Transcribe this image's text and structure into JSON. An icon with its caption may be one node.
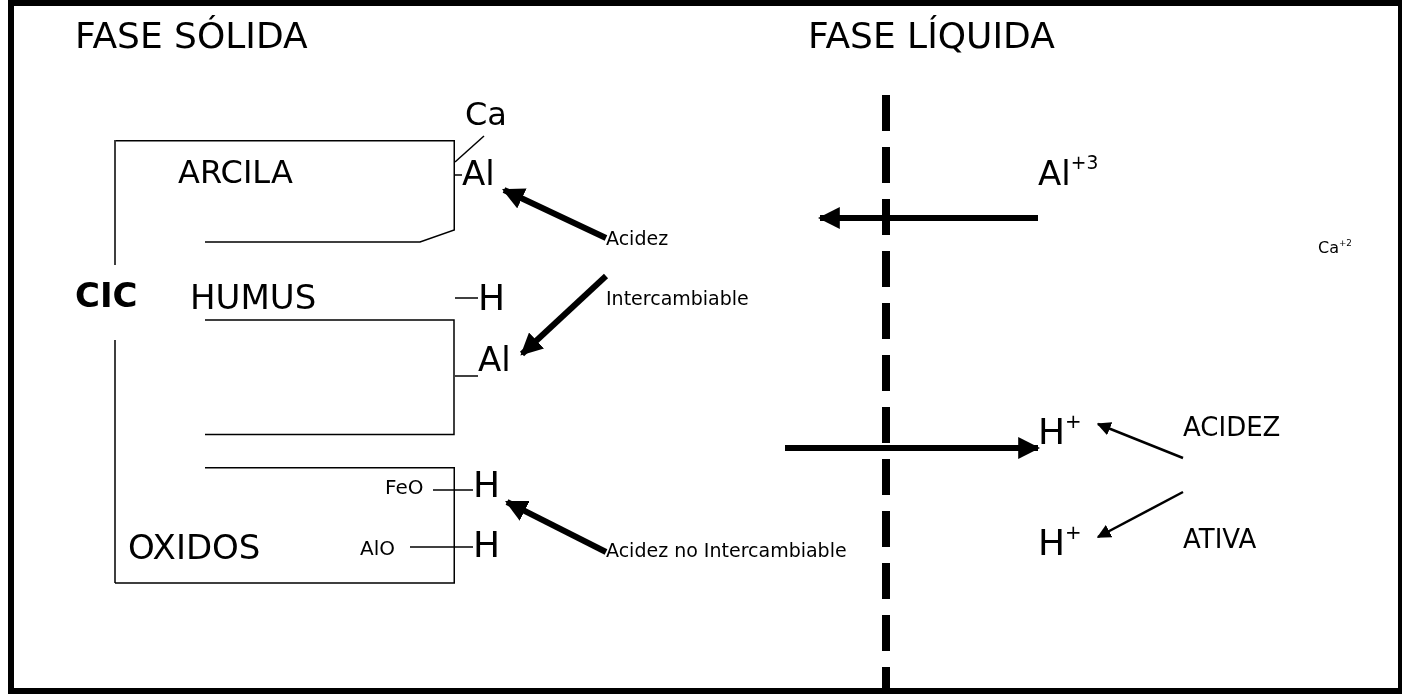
{
  "diagram": {
    "nodes": [
      {
        "text": [
          "ARCILA"
        ]
      },
      {
        "text": [
          "HUMUS"
        ]
      },
      {
        "text": [
          "OXIDOS"
        ]
      },
      {
        "text": [
          "FeO"
        ],
        "in": 2
      },
      {
        "text": [
          "AlO"
        ],
        "in": 2
      },
      {
        "text": [
          "Ca"
        ]
      },
      {
        "text": [
          "Al"
        ]
      },
      {
        "text": [
          "H"
        ]
      },
      {
        "text": [
          "Al"
        ]
      },
      {
        "text": [
          "H"
        ]
      },
      {
        "text": [
          "H"
        ]
      },
      {
        "text": [
          "Acidez Intercambiable"
        ]
      },
      {
        "text": [
          "Acidez no Intercambiable"
        ]
      },
      {
        "text": [
          "Al$^{+3}$"
        ]
      },
      {
        "text": [
          "H$^{+}$"
        ]
      },
      {
        "text": [
          "H$^{+}$"
        ]
      },
      {
        "text": [
          "ACIDEZ ATIVA"
        ]
      }
    ],
    "edges": [
      {
        "from": 5,
        "to": 0,
        "arrow": "none"
      },
      {
        "from": 0,
        "to": 6,
        "arrow": "none"
      },
      {
        "from": 1,
        "to": 7,
        "arrow": "none"
      },
      {
        "from": 1,
        "to": 8,
        "arrow": "none"
      },
      {
        "from": 3,
        "to": 9,
        "arrow": "none"
      },
      {
        "from": 4,
        "to": 10,
        "arrow": "none"
      },
      {
        "from": 11,
        "to": 6,
        "arrow": "to",
        "style": "thick"
      },
      {
        "from": 11,
        "to": 8,
        "arrow": "to",
        "style": "thick"
      },
      {
        "from": 12,
        "to": 9,
        "arrow": "to",
        "style": "thick"
      },
      {
        "from": 13,
        "to": null,
        "arrow": "to",
        "style": "thick"
      },
      {
        "from": null,
        "to": 14,
        "arrow": "to",
        "style": "thick"
      },
      {
        "from": 16,
        "to": 14,
        "arrow": "to"
      },
      {
        "from": 16,
        "to": 15,
        "arrow": "to"
      }
    ],
    "labels": [
      "FASE SÓLIDA",
      "FASE LÍQUIDA",
      "Ca$^{+2}$",
      "CIC"
    ]
  }
}
